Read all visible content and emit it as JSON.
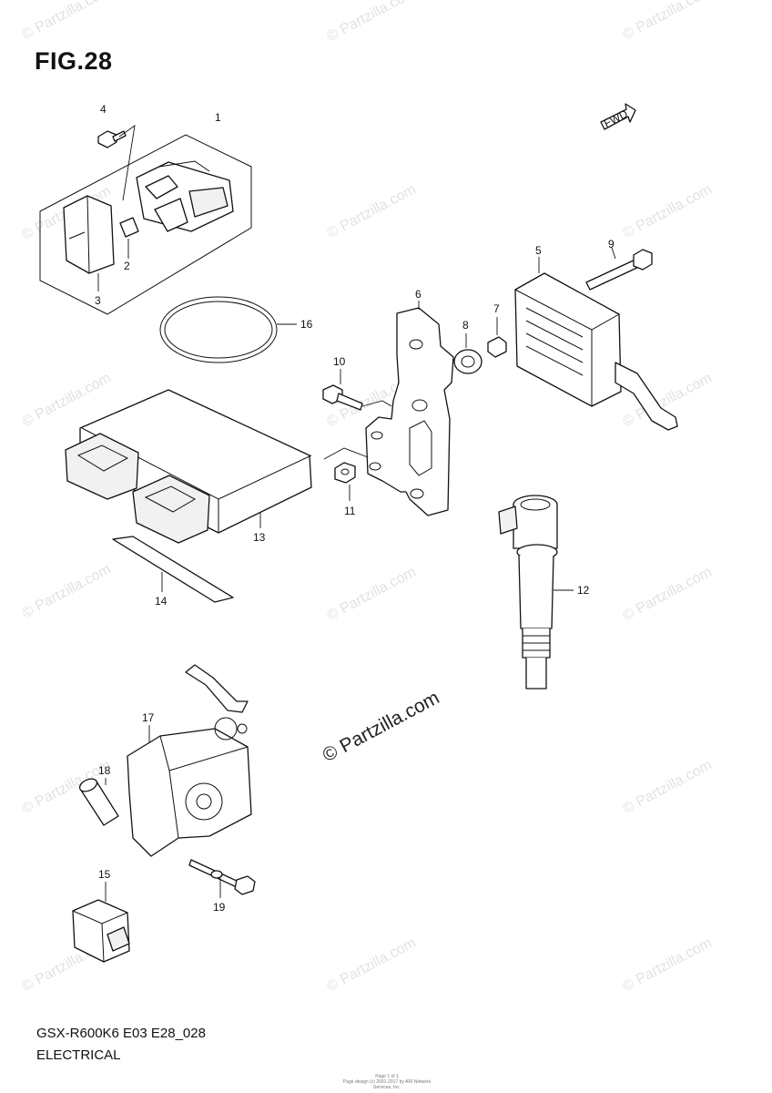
{
  "figure": {
    "title": "FIG.28",
    "model_code": "GSX-R600K6 E03 E28_028",
    "section": "ELECTRICAL",
    "direction_label": "FWD"
  },
  "watermark": {
    "main": "© Partzilla.com",
    "repeat": "© Partzilla.com"
  },
  "page_credit": {
    "top": "Page 1 of 1",
    "bottom": "Page design (c) 2001-2017 by ARI Network Services, Inc."
  },
  "callouts": [
    "1",
    "2",
    "3",
    "4",
    "5",
    "6",
    "7",
    "8",
    "9",
    "10",
    "11",
    "12",
    "13",
    "14",
    "15",
    "16",
    "17",
    "18",
    "19"
  ]
}
